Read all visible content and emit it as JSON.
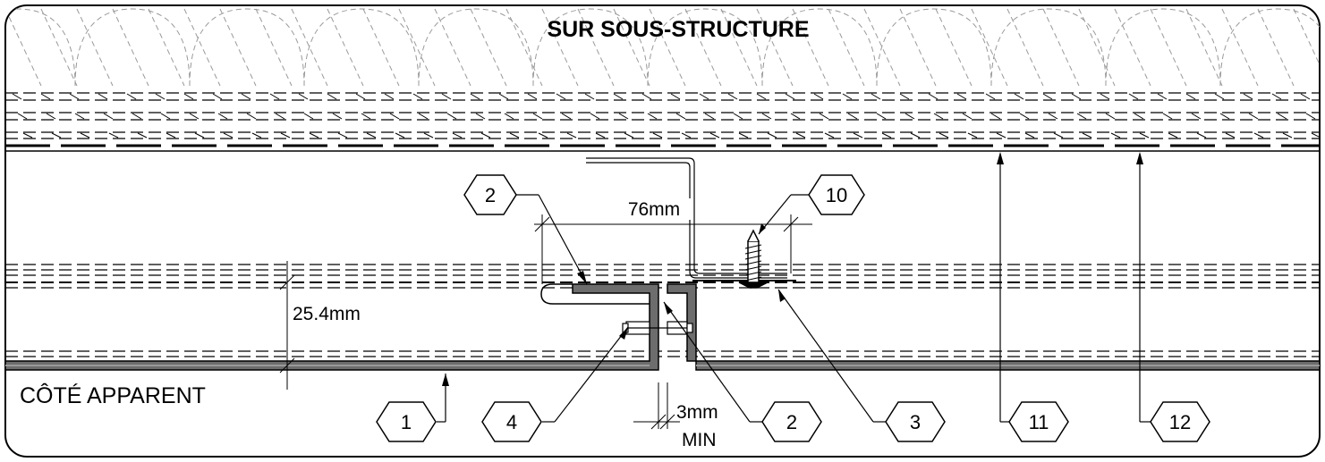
{
  "title": "SUR SOUS-STRUCTURE",
  "exposed_side_label": "CÔTÉ APPARENT",
  "dimensions": {
    "width": "76mm",
    "height": "25.4mm",
    "gap_value": "3mm",
    "gap_qualifier": "MIN"
  },
  "callouts": [
    "2",
    "10",
    "1",
    "4",
    "2",
    "3",
    "11",
    "12"
  ]
}
